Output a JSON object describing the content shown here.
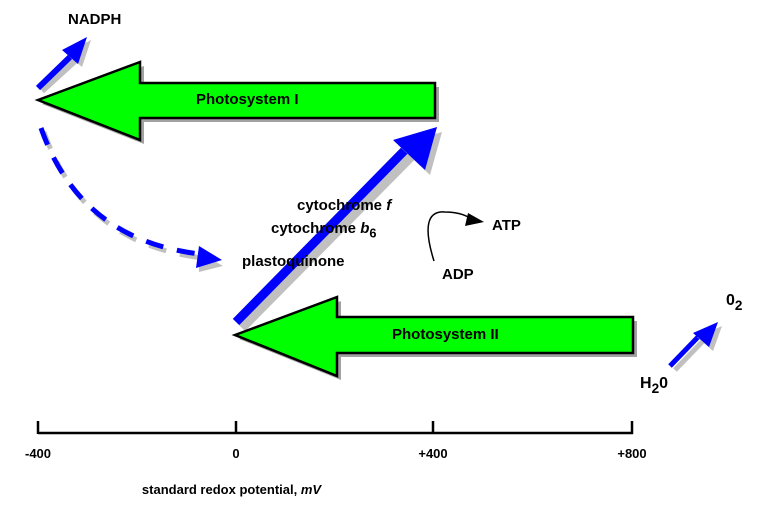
{
  "diagram": {
    "title": "Z-scheme of photosynthetic electron transport",
    "colors": {
      "photosystem_fill": "#00ff00",
      "electron_flow": "#0000ff",
      "shadow": "#b8b8b8",
      "outline": "#000000"
    },
    "photosystems": [
      {
        "id": "psi",
        "label": "Photosystem I"
      },
      {
        "id": "psii",
        "label": "Photosystem II"
      }
    ],
    "labels": {
      "nadph": "NADPH",
      "cyt_f_prefix": "cytochrome ",
      "cyt_f_italic": "f",
      "cyt_b6_prefix": "cytochrome ",
      "cyt_b6_italic": "b",
      "cyt_b6_sub": "6",
      "plastoquinone": "plastoquinone",
      "atp": "ATP",
      "adp": "ADP",
      "h2o_h": "H",
      "h2o_sub": "2",
      "h2o_o": "0",
      "o2_o": "0",
      "o2_sub": "2"
    },
    "axis": {
      "ticks": [
        "-400",
        "0",
        "+400",
        "+800"
      ],
      "tick_values": [
        -400,
        0,
        400,
        800
      ],
      "title_prefix": "standard redox potential, ",
      "title_unit": "mV"
    }
  }
}
